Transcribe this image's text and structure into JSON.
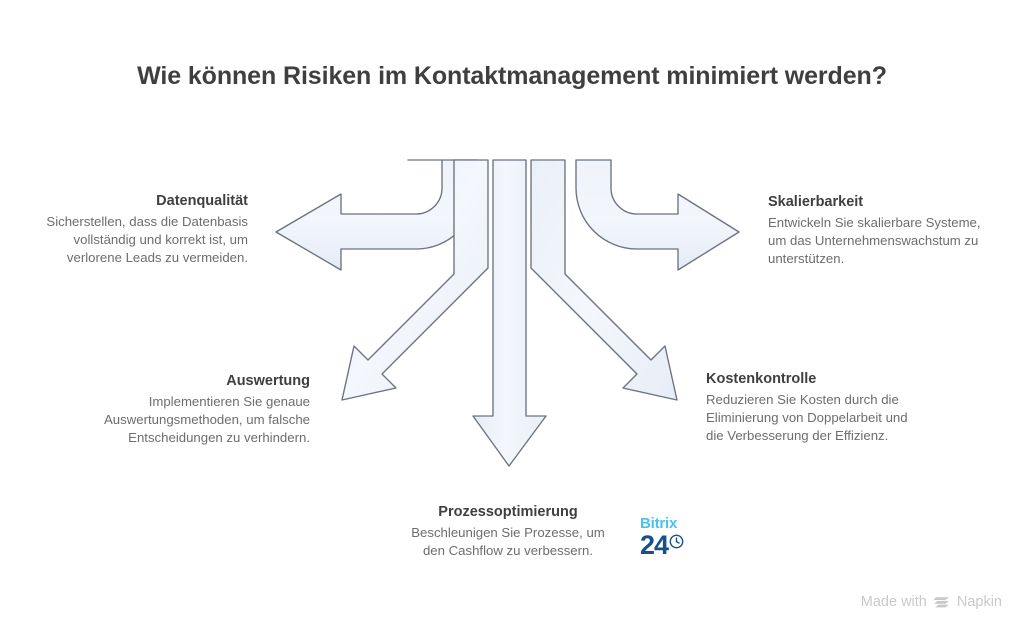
{
  "page": {
    "title": "Wie können Risiken im Kontaktmanagement minimiert werden?",
    "background_color": "#ffffff",
    "title_color": "#3f3f3f",
    "arrow_fill": "#eef2f9",
    "arrow_stroke": "#6b7280"
  },
  "nodes": [
    {
      "id": "datenqualitaet",
      "heading": "Datenqualität",
      "body": "Sicherstellen, dass die Datenbasis vollständig und korrekt ist, um verlorene Leads zu vermeiden.",
      "direction": "left",
      "align": "right"
    },
    {
      "id": "auswertung",
      "heading": "Auswertung",
      "body": "Implementieren Sie genaue Auswertungsmethoden, um falsche Entscheidungen zu verhindern.",
      "direction": "down-left",
      "align": "right"
    },
    {
      "id": "prozessoptimierung",
      "heading": "Prozessoptimierung",
      "body": "Beschleunigen Sie Prozesse, um den Cashflow zu verbessern.",
      "direction": "down",
      "align": "center"
    },
    {
      "id": "kostenkontrolle",
      "heading": "Kostenkontrolle",
      "body": "Reduzieren Sie Kosten durch die Eliminierung von Doppelarbeit und die Verbesserung der Effizienz.",
      "direction": "down-right",
      "align": "left"
    },
    {
      "id": "skalierbarkeit",
      "heading": "Skalierbarkeit",
      "body": "Entwickeln Sie skalierbare Systeme, um das Unternehmenswachstum zu unterstützen.",
      "direction": "right",
      "align": "left"
    }
  ],
  "bitrix_logo": {
    "word": "Bitrix",
    "number": "24",
    "word_color": "#49c3ea",
    "number_color": "#16518c",
    "icon": "clock-icon"
  },
  "watermark": {
    "prefix": "Made with",
    "brand": "Napkin",
    "icon": "napkin-logo-icon",
    "color": "#c9c9c9"
  }
}
